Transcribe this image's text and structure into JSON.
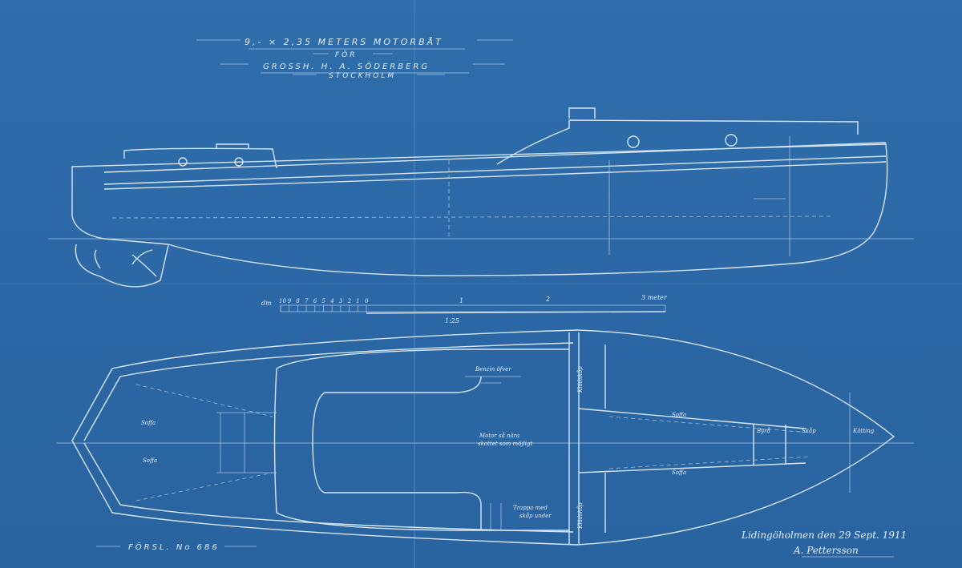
{
  "title_block": {
    "line1": "9,- × 2,35 METERS MOTORBÅT",
    "line2": "FÖR",
    "line3": "GROSSH. H. A. SÖDERBERG",
    "line4": "STOCKHOLM"
  },
  "scale": {
    "ticks_dm": [
      "10",
      "9",
      "8",
      "7",
      "6",
      "5",
      "4",
      "3",
      "2",
      "1",
      "0"
    ],
    "ticks_m": [
      "1",
      "2",
      "3 meter"
    ],
    "unit_dm": "dm",
    "ratio": "1:25"
  },
  "plan_labels": {
    "benzin": "Benzin öfver",
    "kladskap_top": "Klädskåp",
    "kladskap_bottom": "Klädskåp",
    "soffa_aft_1": "Soffa",
    "soffa_aft_2": "Soffa",
    "soffa_fwd_1": "Soffa",
    "soffa_fwd_2": "Soffa",
    "motor_1": "Motor så nära",
    "motor_2": "skottet som möjligt",
    "trappa_1": "Trappa med",
    "trappa_2": "skåp under",
    "byra": "Byrå",
    "skap": "Skåp",
    "katting": "Kätting"
  },
  "proposal_no": "FÖRSL. No 686",
  "signature_place_date": "Lidingöholmen den 29 Sept. 1911",
  "signature_name": "A. Pettersson",
  "colors": {
    "paper": "#2d69a6",
    "line": "#d6e6f6"
  }
}
